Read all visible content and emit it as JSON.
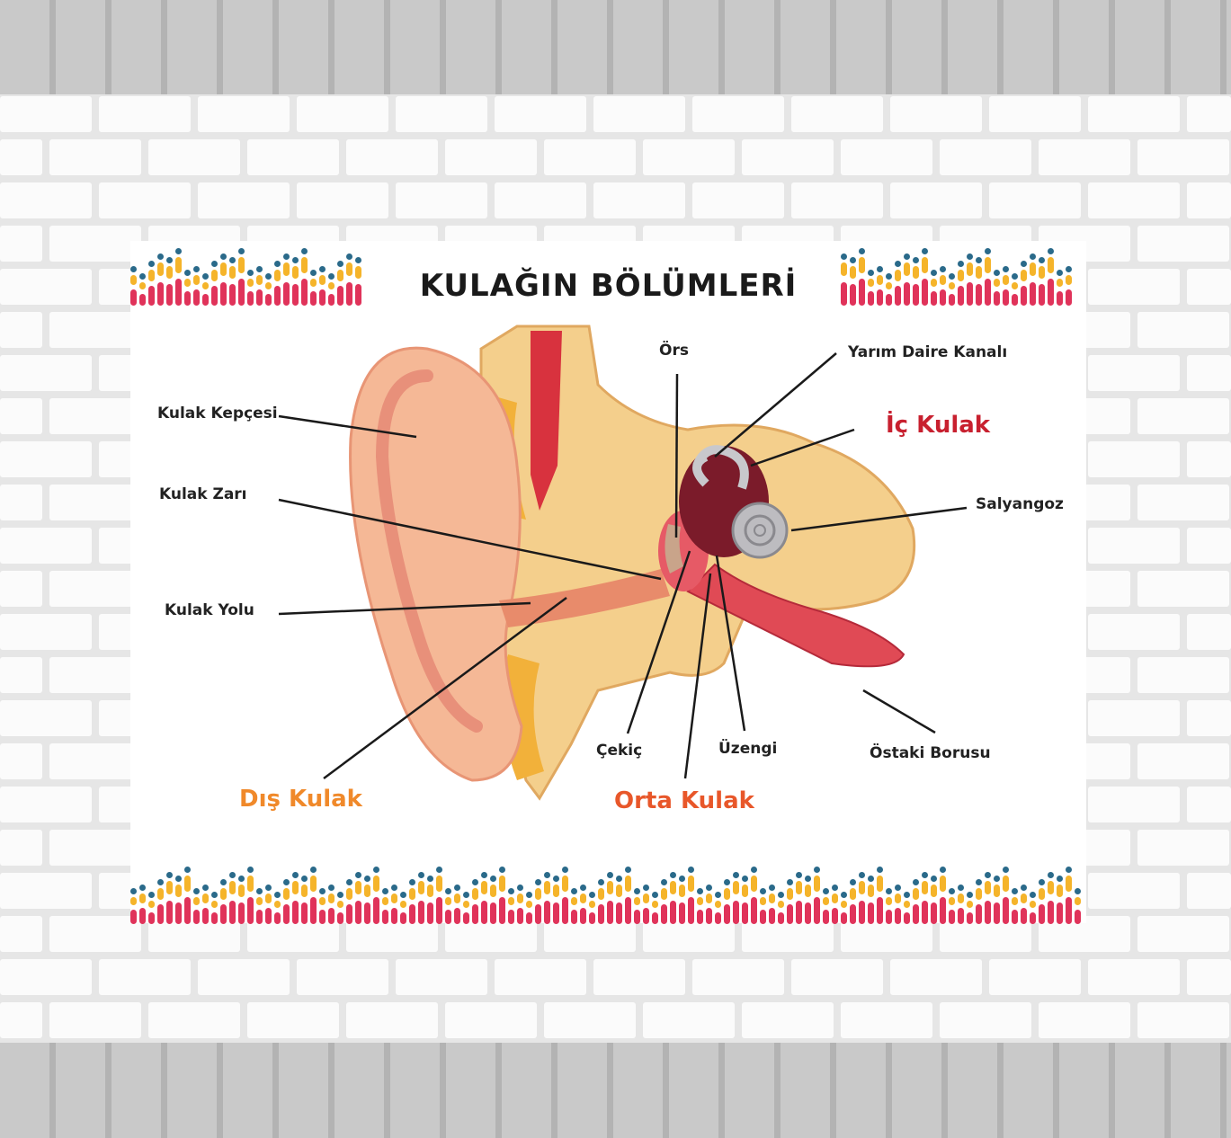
{
  "title": "KULAĞIN BÖLÜMLERİ",
  "labels": {
    "kulak_kepcesi": "Kulak Kepçesi",
    "kulak_zari": "Kulak Zarı",
    "kulak_yolu": "Kulak Yolu",
    "dis_kulak": "Dış Kulak",
    "ors": "Örs",
    "yarim_daire_kanali": "Yarım Daire Kanalı",
    "ic_kulak": "İç Kulak",
    "salyangoz": "Salyangoz",
    "cekic": "Çekiç",
    "uzengi": "Üzengi",
    "orta_kulak": "Orta Kulak",
    "ostaki_borusu": "Östaki Borusu"
  },
  "colors": {
    "dis_kulak": "#f0892a",
    "orta_kulak": "#e8572a",
    "ic_kulak": "#c8202f",
    "bar_red": "#e0335a",
    "bar_yellow": "#f5b42a",
    "dot_blue": "#2a6a8a"
  }
}
